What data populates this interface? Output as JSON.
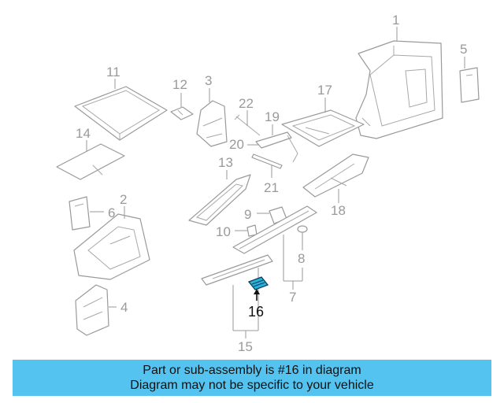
{
  "diagram": {
    "callouts": {
      "c1": "1",
      "c2": "2",
      "c3": "3",
      "c4": "4",
      "c5": "5",
      "c6": "6",
      "c7": "7",
      "c8": "8",
      "c9": "9",
      "c10": "10",
      "c11": "11",
      "c12": "12",
      "c13": "13",
      "c14": "14",
      "c15": "15",
      "c16": "16",
      "c17": "17",
      "c18": "18",
      "c19": "19",
      "c20": "20",
      "c21": "21",
      "c22": "22"
    },
    "highlighted_part": "16",
    "highlight_color": "#2ab1d8"
  },
  "banner": {
    "line1": "Part or sub-assembly is #16 in diagram",
    "line2": "Diagram may not be specific to your vehicle",
    "background": "#55c3ef"
  }
}
